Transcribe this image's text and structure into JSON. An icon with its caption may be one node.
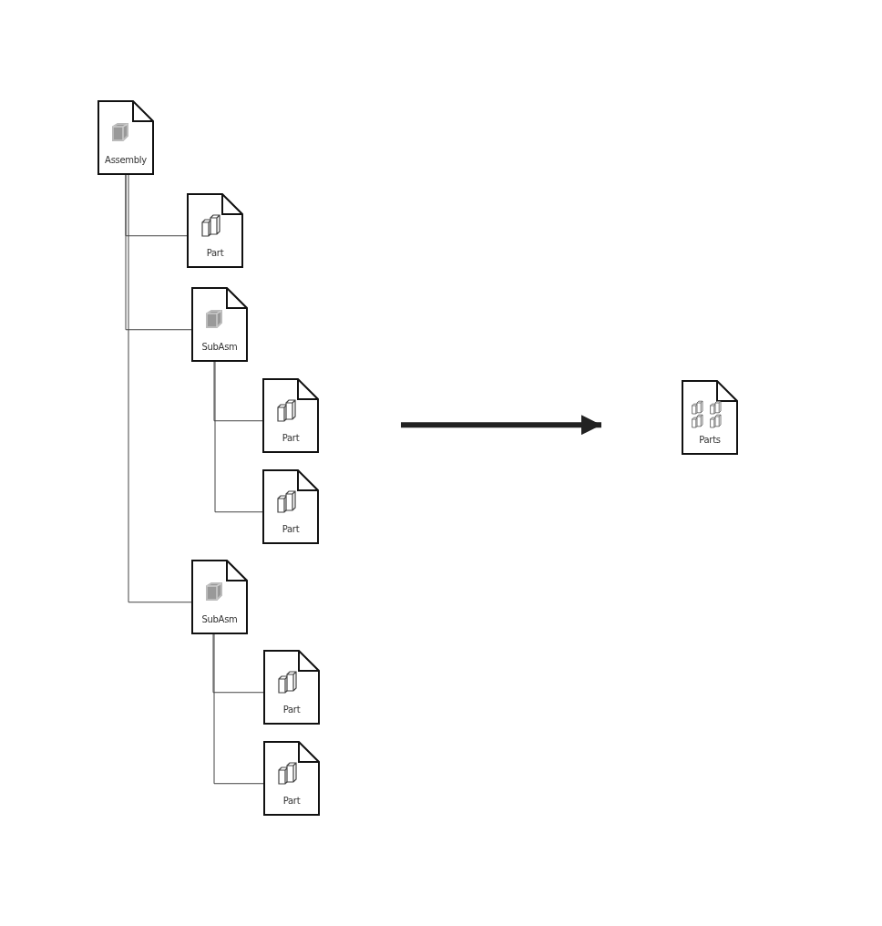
{
  "diagram": {
    "nodes": [
      {
        "text": [
          "Assembly"
        ]
      },
      {
        "text": [
          "Part"
        ]
      },
      {
        "text": [
          "SubAsm"
        ]
      },
      {
        "text": [
          "Part"
        ]
      },
      {
        "text": [
          "Part"
        ]
      },
      {
        "text": [
          "SubAsm"
        ]
      },
      {
        "text": [
          "Part"
        ]
      },
      {
        "text": [
          "Part"
        ]
      },
      {
        "text": [
          "Parts"
        ]
      }
    ],
    "edges": [
      {
        "from": 0,
        "to": 1,
        "arrow": "none"
      },
      {
        "from": 0,
        "to": 2,
        "arrow": "none"
      },
      {
        "from": 0,
        "to": 5,
        "arrow": "none"
      },
      {
        "from": 2,
        "to": 3,
        "arrow": "none"
      },
      {
        "from": 2,
        "to": 4,
        "arrow": "none"
      },
      {
        "from": 5,
        "to": 6,
        "arrow": "none"
      },
      {
        "from": 5,
        "to": 7,
        "arrow": "none"
      },
      {
        "from": null,
        "to": 8,
        "arrow": "to",
        "style": "thick",
        "color": "#222222"
      }
    ]
  }
}
